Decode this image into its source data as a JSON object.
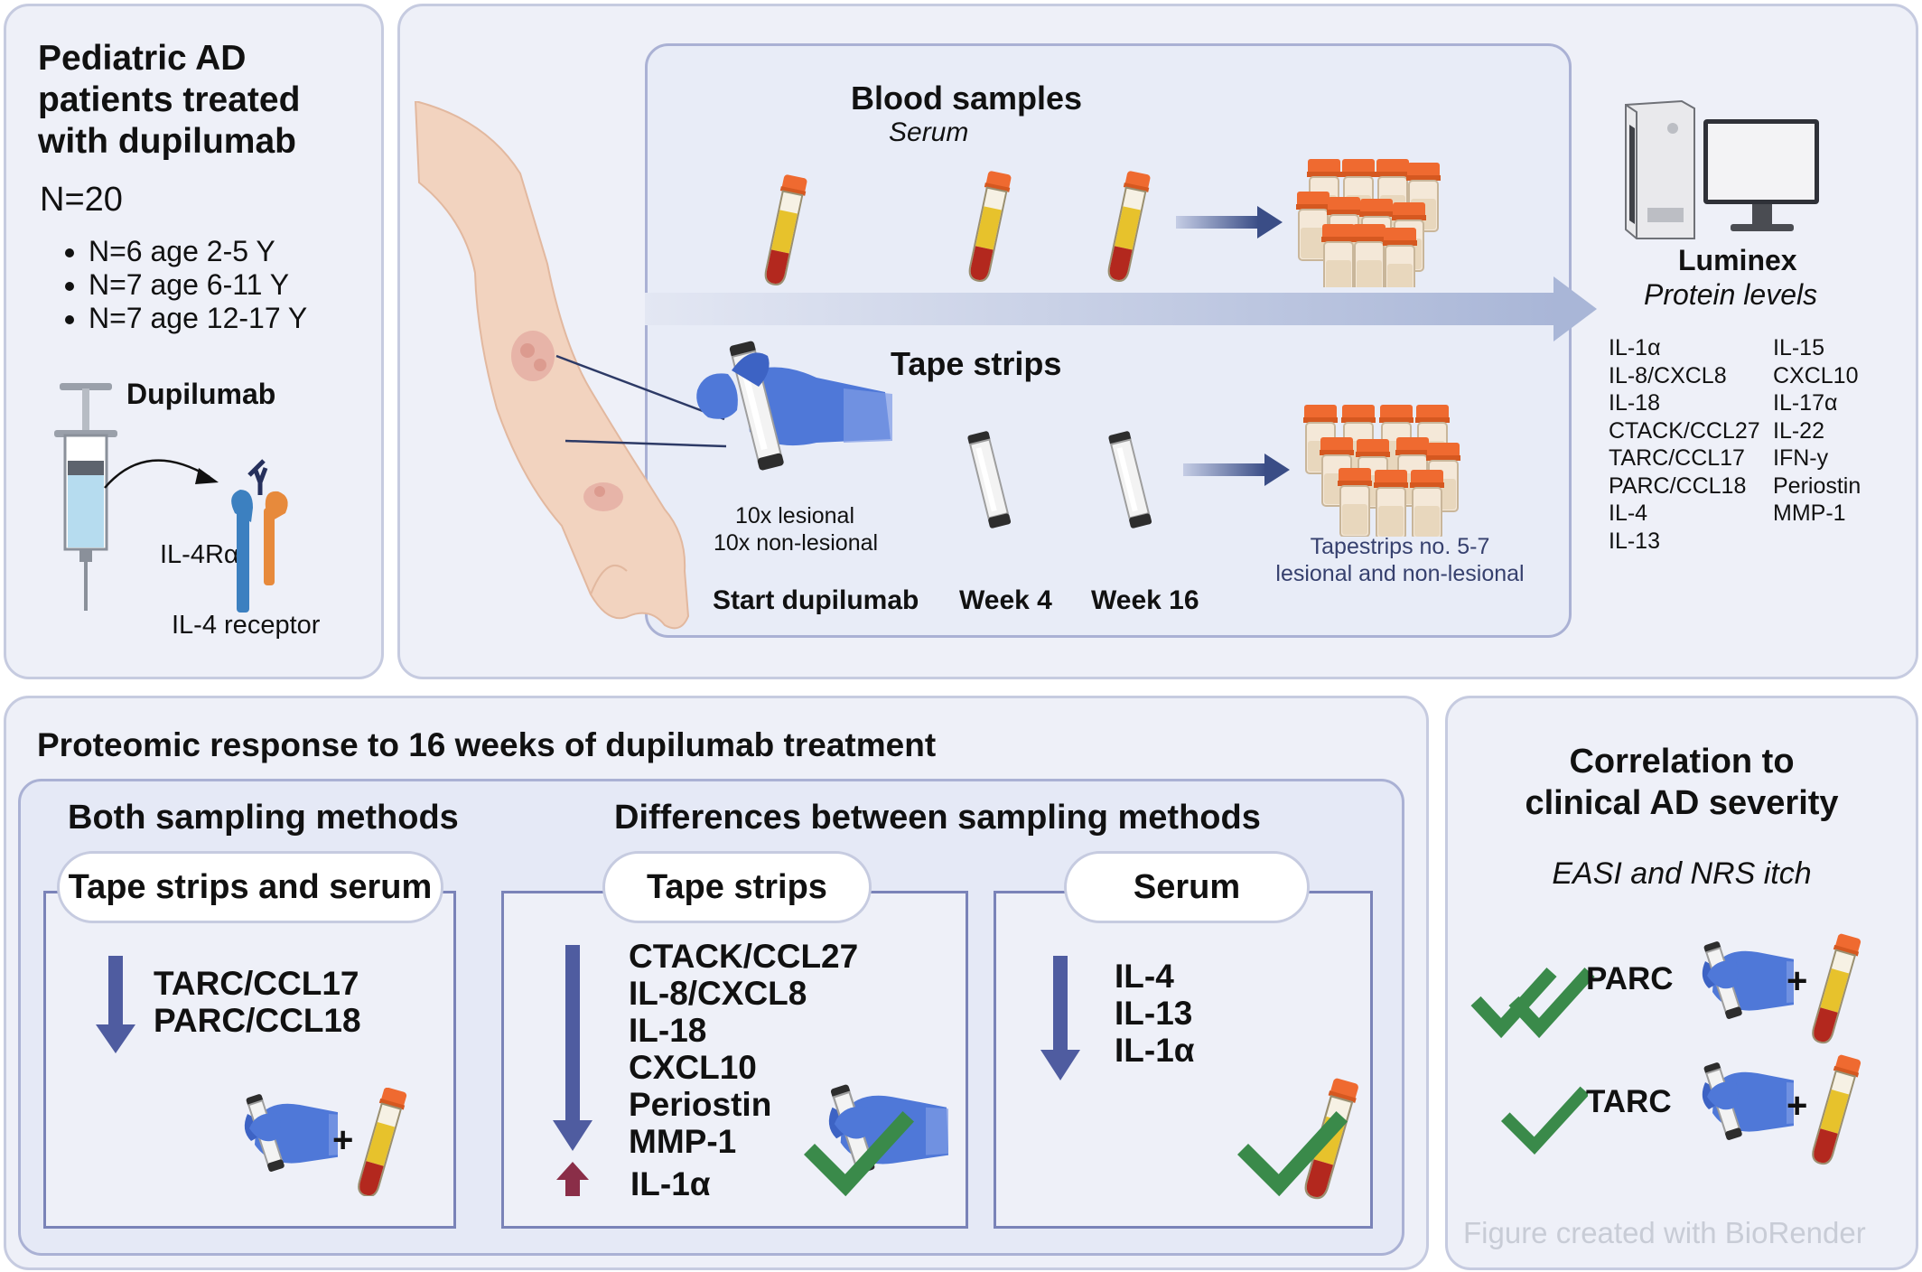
{
  "patients": {
    "title_lines": [
      "Pediatric AD",
      "patients treated",
      "with dupilumab"
    ],
    "n_total": "N=20",
    "age_groups": [
      "N=6 age 2-5 Y",
      "N=7 age 6-11 Y",
      "N=7 age 12-17 Y"
    ],
    "drug_label": "Dupilumab",
    "receptor_alpha_label": "IL-4Rα",
    "receptor_label": "IL-4 receptor"
  },
  "sampling": {
    "blood_title": "Blood samples",
    "blood_subtitle": "Serum",
    "tape_title": "Tape strips",
    "tape_count_lines": [
      "10x lesional",
      "10x non-lesional"
    ],
    "timepoints": [
      "Start dupilumab",
      "Week 4",
      "Week 16"
    ],
    "tapestrip_note_lines": [
      "Tapestrips no. 5-7",
      "lesional and non-lesional"
    ]
  },
  "luminex": {
    "title": "Luminex",
    "subtitle": "Protein levels",
    "markers_col1": [
      "IL-1α",
      "IL-8/CXCL8",
      "IL-18",
      "CTACK/CCL27",
      "TARC/CCL17",
      "PARC/CCL18",
      "IL-4",
      "IL-13"
    ],
    "markers_col2": [
      "IL-15",
      "CXCL10",
      "IL-17α",
      "IL-22",
      "IFN-y",
      "Periostin",
      "MMP-1"
    ]
  },
  "proteomic": {
    "title": "Proteomic response to 16 weeks of dupilumab treatment",
    "both_heading": "Both sampling methods",
    "diff_heading": "Differences between sampling methods",
    "both_pill": "Tape strips and serum",
    "both_down": [
      "TARC/CCL17",
      "PARC/CCL18"
    ],
    "tape_pill": "Tape strips",
    "tape_down": [
      "CTACK/CCL27",
      "IL-8/CXCL8",
      "IL-18",
      "CXCL10",
      "Periostin",
      "MMP-1"
    ],
    "tape_up": "IL-1α",
    "serum_pill": "Serum",
    "serum_down": [
      "IL-4",
      "IL-13",
      "IL-1α"
    ],
    "plus_sign": "+"
  },
  "correlation": {
    "title_lines": [
      "Correlation to",
      "clinical AD severity"
    ],
    "subtitle": "EASI and NRS itch",
    "parc": "PARC",
    "tarc": "TARC",
    "plus_sign": "+"
  },
  "footer": {
    "credit": "Figure created with BioRender"
  },
  "colors": {
    "panel_bg": "#eef0f8",
    "panel_border": "#c6cbe0",
    "down_arrow": "#4f5ca0",
    "up_arrow": "#8a2e48",
    "check": "#3a8a4a",
    "glove": "#4f78d8",
    "tube_cap": "#ef6a30",
    "serum": "#e7c22c",
    "blood": "#b3281e"
  }
}
